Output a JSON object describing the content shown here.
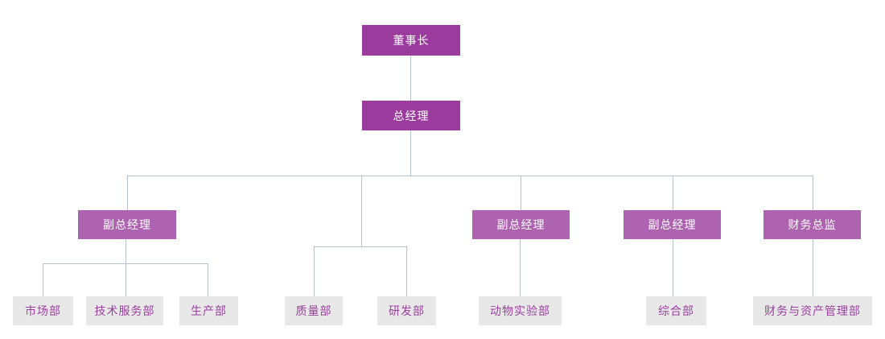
{
  "org_chart": {
    "type": "organization-chart",
    "executive": {
      "chairman": {
        "label": "董事长"
      },
      "general_manager": {
        "label": "总经理"
      }
    },
    "managers": [
      {
        "label": "副总经理"
      },
      {
        "label": "副总经理"
      },
      {
        "label": "副总经理"
      },
      {
        "label": "财务总监"
      }
    ],
    "departments": [
      {
        "label": "市场部",
        "reports_to": "副总经理-1"
      },
      {
        "label": "技术服务部",
        "reports_to": "副总经理-1"
      },
      {
        "label": "生产部",
        "reports_to": "副总经理-1"
      },
      {
        "label": "质量部",
        "reports_to": "总经理"
      },
      {
        "label": "研发部",
        "reports_to": "总经理"
      },
      {
        "label": "动物实验部",
        "reports_to": "副总经理-2"
      },
      {
        "label": "综合部",
        "reports_to": "副总经理-3"
      },
      {
        "label": "财务与资产管理部",
        "reports_to": "财务总监"
      }
    ],
    "colors": {
      "primary_box": "#9a3b9d",
      "secondary_box": "#ae63b1",
      "department_box": "#e8e8e8",
      "department_text": "#9b3f9f",
      "box_text": "#ffffff",
      "connector": "#b4c3cd",
      "background": "#ffffff"
    }
  }
}
